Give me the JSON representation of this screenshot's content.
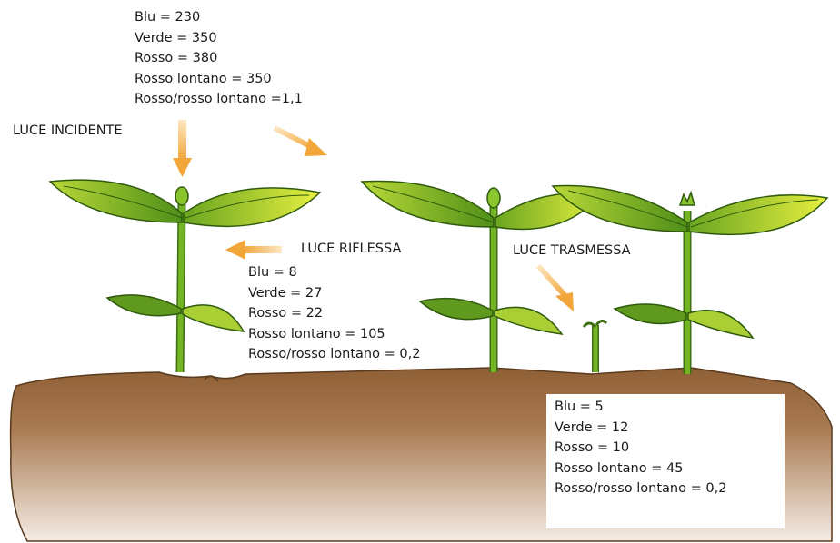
{
  "labels": {
    "incident": "LUCE INCIDENTE",
    "reflected": "LUCE RIFLESSA",
    "transmitted": "LUCE TRASMESSA"
  },
  "incident_values": [
    "Blu = 230",
    "Verde = 350",
    "Rosso = 380",
    "Rosso lontano = 350",
    "Rosso/rosso lontano =1,1"
  ],
  "reflected_values": [
    "Blu = 8",
    "Verde = 27",
    "Rosso = 22",
    "Rosso lontano = 105",
    "Rosso/rosso lontano = 0,2"
  ],
  "transmitted_values": [
    "Blu = 5",
    "Verde = 12",
    "Rosso = 10",
    "Rosso lontano = 45",
    "Rosso/rosso lontano = 0,2"
  ],
  "colors": {
    "soil_light": "#c9a27c",
    "soil_dark": "#8a5c33",
    "leaf_dark": "#5f9a1e",
    "leaf_light": "#d9e83a",
    "stem": "#6fae23",
    "arrow": "#f2a63a"
  }
}
